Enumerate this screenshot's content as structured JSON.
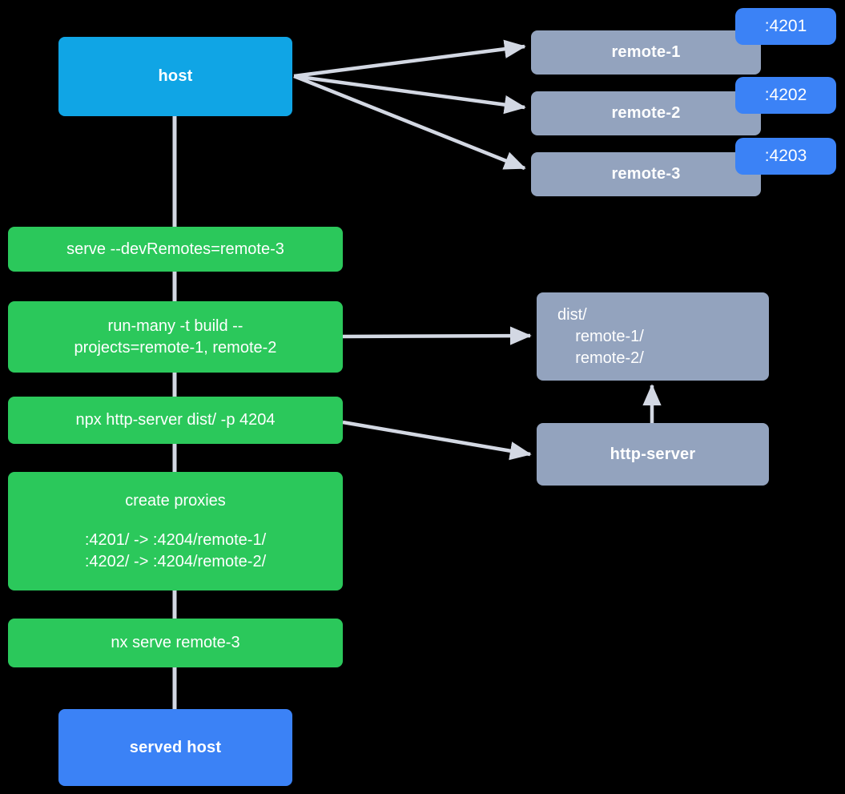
{
  "diagram": {
    "title": "Nx module federation serve flow",
    "background_color": "#000000",
    "edge_color": "#d3d8e3",
    "colors": {
      "host": "#10a5e5",
      "served_host": "#3b82f6",
      "command": "#2bc85b",
      "gray": "#93a3be",
      "badge": "#3b82f6",
      "text": "#ffffff"
    }
  },
  "nodes": {
    "host": {
      "label": "host"
    },
    "remote_1": {
      "label": "remote-1",
      "port_badge": ":4201"
    },
    "remote_2": {
      "label": "remote-2",
      "port_badge": ":4202"
    },
    "remote_3": {
      "label": "remote-3",
      "port_badge": ":4203"
    },
    "cmd_serve": {
      "label": "serve --devRemotes=remote-3"
    },
    "cmd_run_many": {
      "line_1": "run-many -t build --",
      "line_2": "projects=remote-1, remote-2"
    },
    "cmd_http_server": {
      "label": "npx http-server dist/ -p 4204"
    },
    "cmd_create_proxies": {
      "title": "create proxies",
      "line_1": ":4201/ -> :4204/remote-1/",
      "line_2": ":4202/ -> :4204/remote-2/"
    },
    "cmd_nx_serve": {
      "label": "nx serve remote-3"
    },
    "dist": {
      "line_1": "dist/",
      "line_2": "    remote-1/",
      "line_3": "    remote-2/"
    },
    "http_server": {
      "label": "http-server"
    },
    "served_host": {
      "label": "served host"
    }
  }
}
